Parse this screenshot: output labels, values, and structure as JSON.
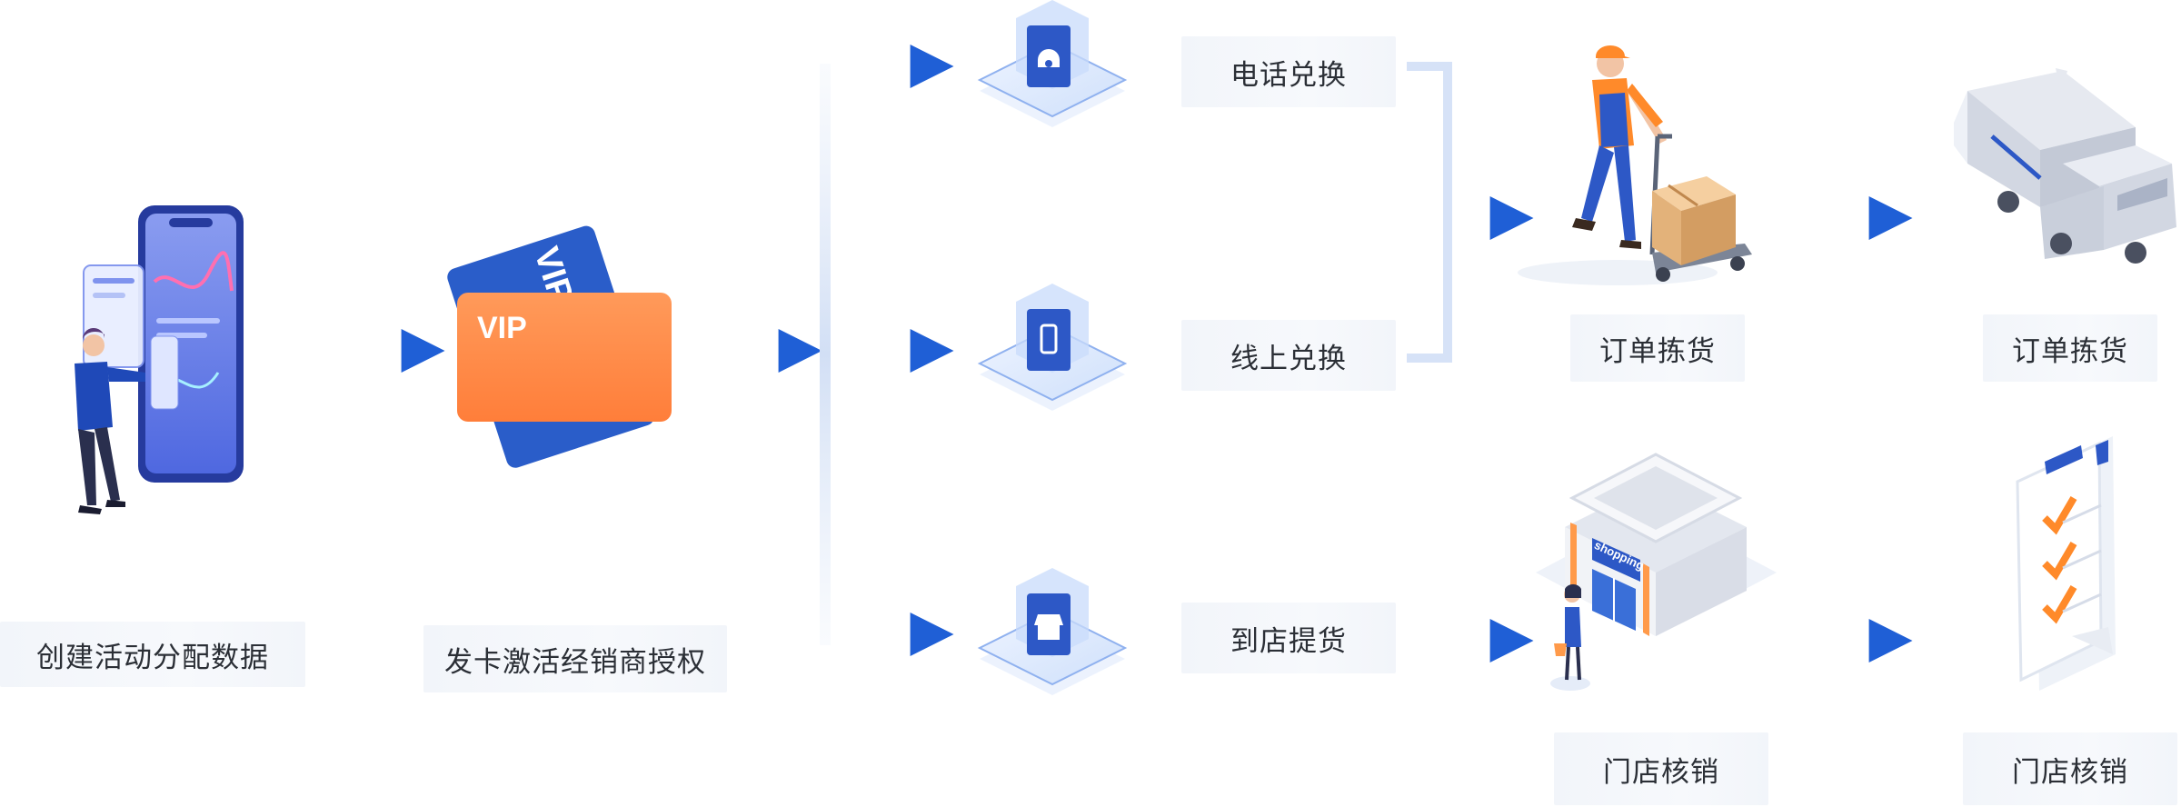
{
  "steps": {
    "create": "创建活动分配数据",
    "issue": "发卡激活经销商授权",
    "phone": "电话兑换",
    "online": "线上兑换",
    "store": "到店提货",
    "pick1": "订单拣货",
    "pick2": "订单拣货",
    "verify1": "门店核销",
    "verify2": "门店核销"
  },
  "card": {
    "front_text": "VIP",
    "back_text": "VIP"
  },
  "store_sign": "shopping",
  "icons": [
    "phone-handset-icon",
    "mobile-phone-icon",
    "storefront-icon",
    "worker-cart-icon",
    "delivery-truck-icon",
    "shop-building-icon",
    "checklist-icon",
    "person-phone-illustration",
    "vip-card-icon"
  ],
  "colors": {
    "arrow": "#1f5fd6",
    "card_front": "#ff8a45",
    "card_back": "#2a5dc9",
    "label_bg": "#f3f6fa"
  }
}
